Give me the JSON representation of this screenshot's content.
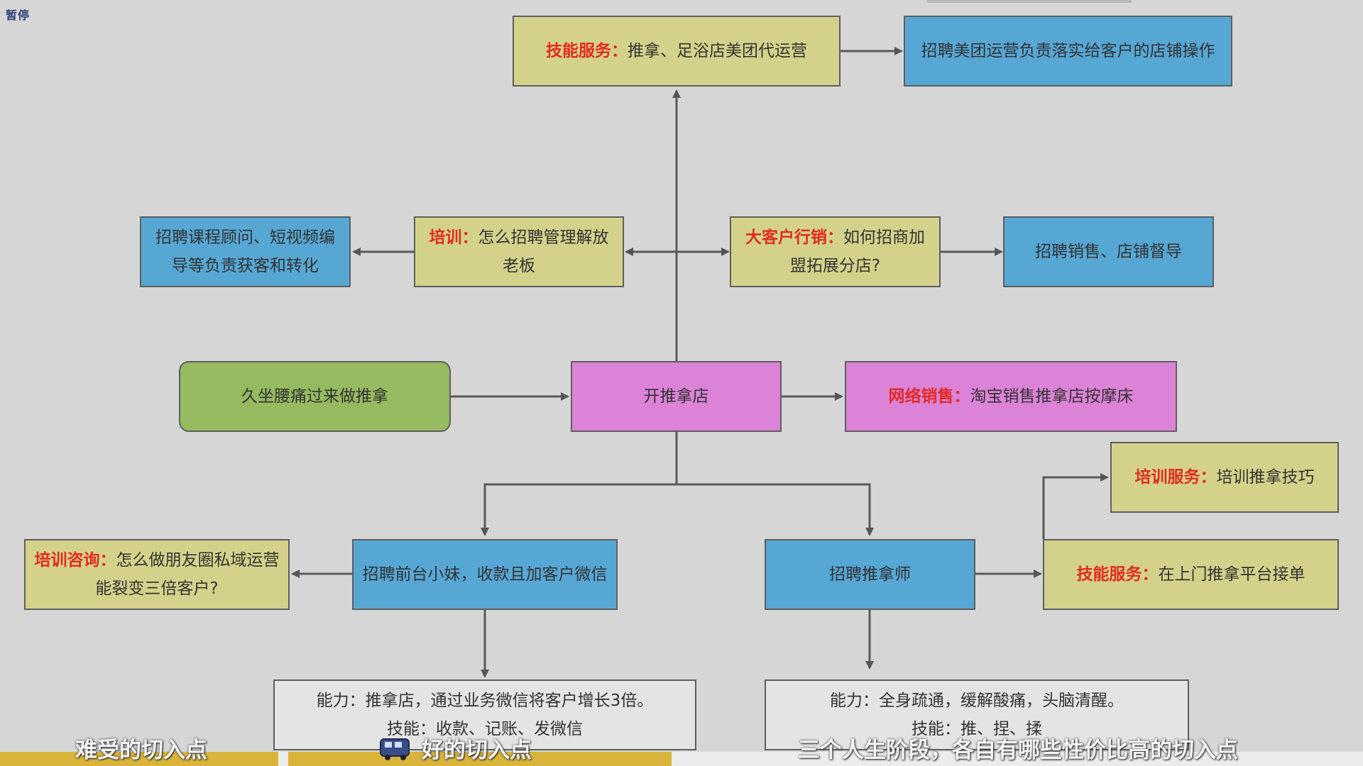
{
  "overlay": {
    "pause_label": "暂停"
  },
  "boxes": {
    "top_service": {
      "label": "技能服务：",
      "text": "推拿、足浴店美团代运营"
    },
    "top_recruit": {
      "text": "招聘美团运营负责落实给客户的店铺操作"
    },
    "left_recruit": {
      "text": "招聘课程顾问、短视频编导等负责获客和转化"
    },
    "training": {
      "label": "培训：",
      "text": "怎么招聘管理解放老板"
    },
    "key_account": {
      "label": "大客户行销：",
      "text": "如何招商加盟拓展分店?"
    },
    "right_recruit": {
      "text": "招聘销售、店铺督导"
    },
    "origin": {
      "text": "久坐腰痛过来做推拿"
    },
    "center": {
      "text": "开推拿店"
    },
    "online": {
      "label": "网络销售：",
      "text": "淘宝销售推拿店按摩床"
    },
    "training_service": {
      "label": "培训服务：",
      "text": "培训推拿技巧"
    },
    "consulting": {
      "label": "培训咨询：",
      "text": "怎么做朋友圈私域运营能裂变三倍客户?"
    },
    "front_desk": {
      "text": "招聘前台小妹，收款且加客户微信"
    },
    "therapist": {
      "text": "招聘推拿师"
    },
    "skill_service": {
      "label": "技能服务：",
      "text": "在上门推拿平台接单"
    },
    "front_ability": {
      "line1": "能力：推拿店，通过业务微信将客户增长3倍。",
      "line2": "技能：收款、记账、发微信"
    },
    "therapist_ability": {
      "line1": "能力：全身疏通，缓解酸痛，头脑清醒。",
      "line2": "技能：推、捏、揉"
    }
  },
  "subtitles": {
    "left": "难受的切入点",
    "middle": "好的切入点",
    "right": "三个人生阶段，各自有哪些性价比高的切入点"
  },
  "colors": {
    "yellow": "#d4d28a",
    "blue": "#56a7d4",
    "pink": "#dc82d7",
    "green": "#95ba5f",
    "highlight": "#e22a22",
    "progress": "#d9b43a"
  }
}
